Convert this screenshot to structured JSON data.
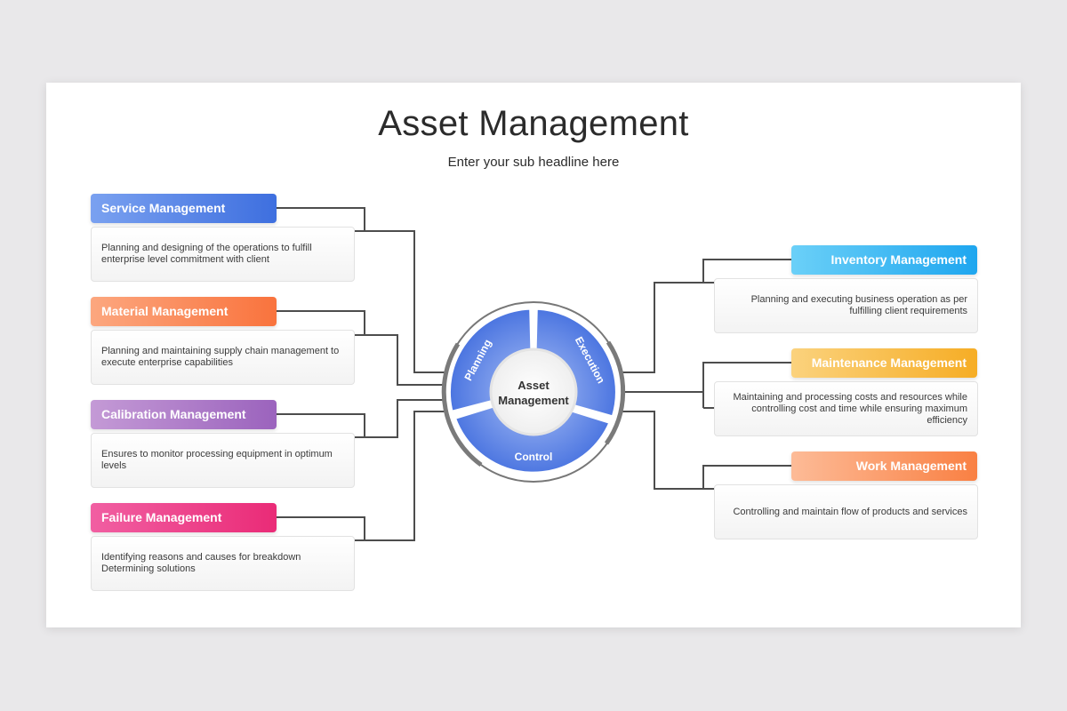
{
  "header": {
    "title": "Asset Management",
    "subtitle": "Enter your sub headline here"
  },
  "hub": {
    "center_line1": "Asset",
    "center_line2": "Management",
    "segments": [
      "Planning",
      "Execution",
      "Control"
    ]
  },
  "left_items": [
    {
      "label": "Service Management",
      "desc1": "Planning and designing of the operations to fulfill",
      "desc2": "enterprise level commitment with client",
      "color": "#4b78e3"
    },
    {
      "label": "Material Management",
      "desc1": "Planning and maintaining supply chain management to",
      "desc2": "execute enterprise capabilities",
      "color": "#f97d49"
    },
    {
      "label": "Calibration Management",
      "desc1": "Ensures to monitor processing equipment in optimum",
      "desc2": "levels",
      "color": "#a672c4"
    },
    {
      "label": "Failure Management",
      "desc1": "Identifying reasons and causes for breakdown",
      "desc2": "Determining solutions",
      "color": "#ec3883"
    }
  ],
  "right_items": [
    {
      "label": "Inventory Management",
      "desc1": "Planning and executing business operation as per",
      "desc2": "fulfilling client requirements",
      "desc3": "",
      "color": "#29aef1"
    },
    {
      "label": "Maintenance Management",
      "desc1": "Maintaining and processing costs and resources while",
      "desc2": "controlling cost and time while ensuring maximum",
      "desc3": "efficiency",
      "color": "#f7b22f"
    },
    {
      "label": "Work Management",
      "desc1": "Controlling and maintain flow of products and services",
      "desc2": "",
      "desc3": "",
      "color": "#f98b53"
    }
  ],
  "colors": {
    "hub_blue": "#4a74e0",
    "hub_blue_light": "#88a6ee",
    "connector": "#4d4d4d",
    "ring": "#7a7a7a"
  }
}
